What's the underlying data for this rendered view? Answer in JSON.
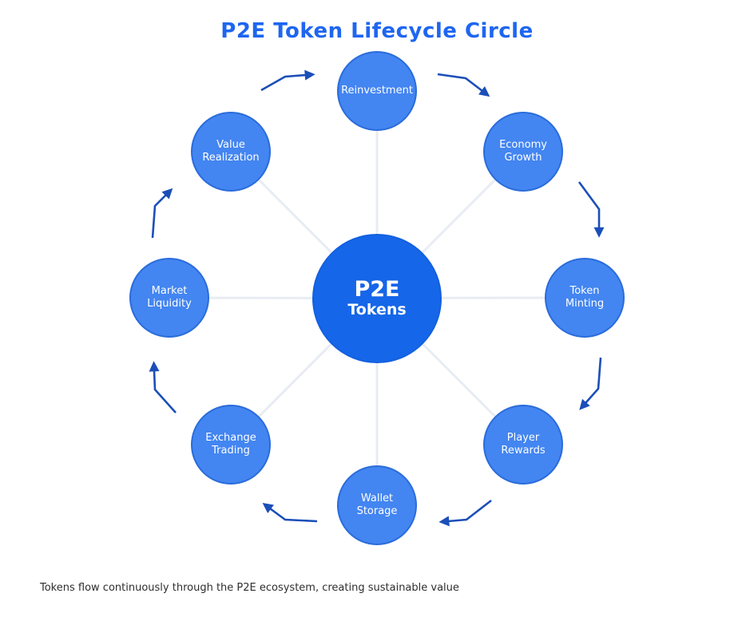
{
  "title": "P2E Token Lifecycle Circle",
  "caption": "Tokens flow continuously through the P2E ecosystem, creating sustainable value",
  "center": {
    "title": "P2E",
    "subtitle": "Tokens"
  },
  "nodes": [
    {
      "id": "reinvestment",
      "label": "Reinvestment"
    },
    {
      "id": "economy-growth",
      "label": "Economy\nGrowth"
    },
    {
      "id": "token-minting",
      "label": "Token\nMinting"
    },
    {
      "id": "player-rewards",
      "label": "Player\nRewards"
    },
    {
      "id": "wallet-storage",
      "label": "Wallet\nStorage"
    },
    {
      "id": "exchange-trading",
      "label": "Exchange\nTrading"
    },
    {
      "id": "market-liquidity",
      "label": "Market\nLiquidity"
    },
    {
      "id": "value-realization",
      "label": "Value\nRealization"
    }
  ],
  "cycle_order_clockwise": [
    "Reinvestment",
    "Economy Growth",
    "Token Minting",
    "Player Rewards",
    "Wallet Storage",
    "Exchange Trading",
    "Market Liquidity",
    "Value Realization"
  ],
  "colors": {
    "title": "#1e66f0",
    "center_fill": "#1566e8",
    "node_fill": "#4385f1",
    "node_border": "#2a6cdb",
    "arrow": "#1b4fb8",
    "spoke": "#e8ecf3",
    "caption_text": "#2e2e2e",
    "background": "#ffffff"
  }
}
